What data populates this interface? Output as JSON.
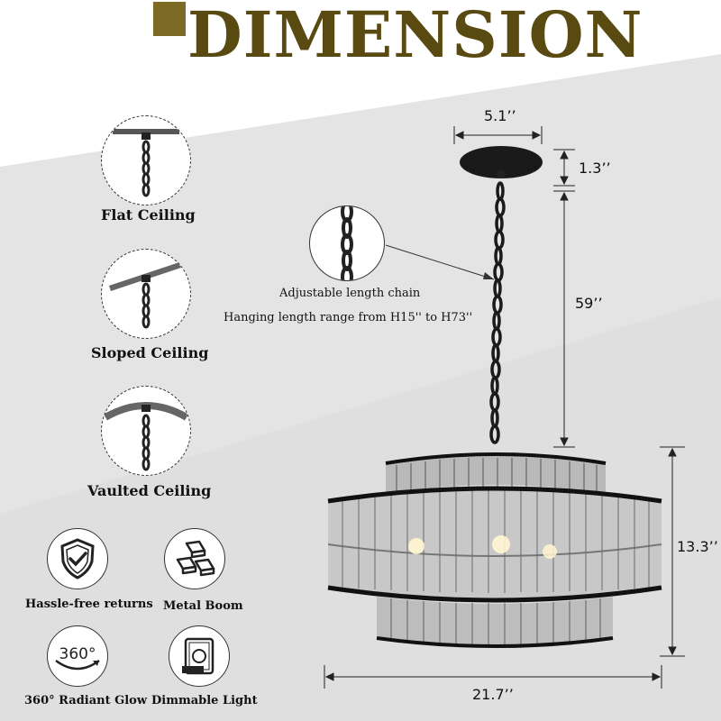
{
  "title": "DIMENSION",
  "ceilings": [
    {
      "label": "Flat Ceiling",
      "icon": "flat-ceiling-icon"
    },
    {
      "label": "Sloped Ceiling",
      "icon": "sloped-ceiling-icon"
    },
    {
      "label": "Vaulted Ceiling",
      "icon": "vaulted-ceiling-icon"
    }
  ],
  "chain_note": {
    "line1": "Adjustable length chain",
    "line2": "Hanging length range from H15'' to H73''"
  },
  "dimensions": {
    "canopy_width": "5.1’’",
    "canopy_height": "1.3’’",
    "chain_length": "59’’",
    "body_height": "13.3’’",
    "body_width": "21.7’’"
  },
  "features": [
    {
      "label": "Hassle-free returns",
      "icon": "shield-check-icon"
    },
    {
      "label": "Metal Boom",
      "icon": "metal-bars-icon"
    },
    {
      "label": "360° Radiant Glow",
      "icon": "rotate-360-icon"
    },
    {
      "label": "Dimmable Light",
      "icon": "dimmer-switch-icon"
    }
  ],
  "colors": {
    "title": "#584a10",
    "accent": "#7c6a25",
    "band": "#e3e3e3"
  }
}
